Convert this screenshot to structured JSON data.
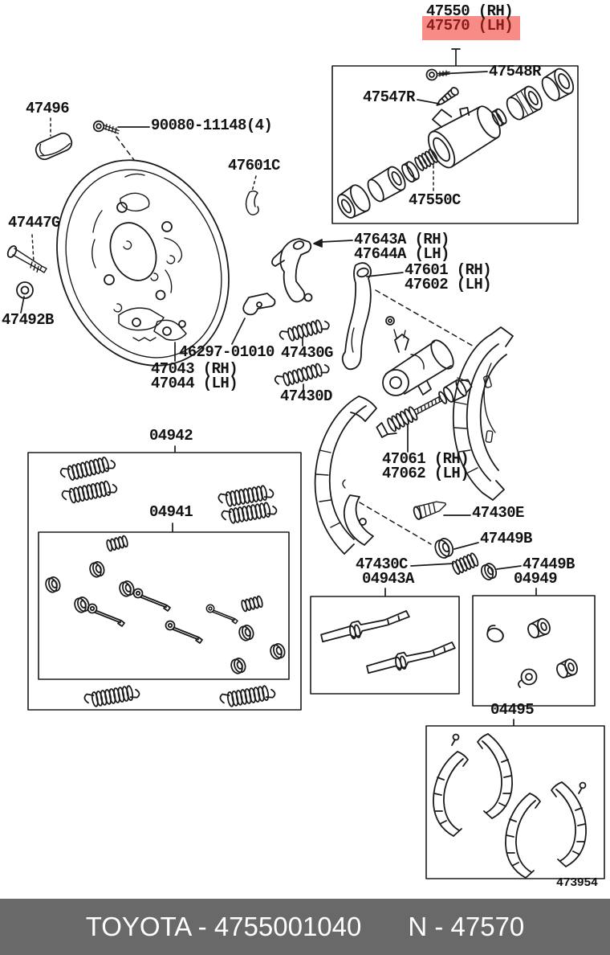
{
  "labels": {
    "t47550rh": "47550 (RH)",
    "t47570lh": "47570 (LH)",
    "t47548r": "47548R",
    "t47547r": "47547R",
    "t47550c": "47550C",
    "t47496": "47496",
    "t90080": "90080-11148(4)",
    "t47601c": "47601C",
    "t47447g": "47447G",
    "t47492b": "47492B",
    "t46297": "46297-01010",
    "t47043rh": "47043 (RH)",
    "t47044lh": "47044 (LH)",
    "t47430g": "47430G",
    "t47430d": "47430D",
    "t47643arh": "47643A (RH)",
    "t47644alh": "47644A (LH)",
    "t47601rh": "47601 (RH)",
    "t47602lh": "47602 (LH)",
    "t04942": "04942",
    "t04941": "04941",
    "t47061rh": "47061 (RH)",
    "t47062lh": "47062 (LH)",
    "t47430e": "47430E",
    "t47449b1": "47449B",
    "t47430c": "47430C",
    "t04943a": "04943A",
    "t47449b2": "47449B",
    "t04949": "04949",
    "t04495": "04495",
    "reference_number": "473954"
  },
  "highlight": {
    "selected_line1": "47550 (RH)",
    "selected_line2": "47570 (LH)",
    "bg_color": "#f78b85",
    "text_color": "#8c1a1a"
  },
  "footer": {
    "brand_code": "TOYOTA - 4755001040",
    "part_code": "N - 47570",
    "bg_color": "#696969",
    "text_color": "#ffffff"
  },
  "colors": {
    "ink": "#1b1b1b",
    "background": "#ffffff"
  }
}
